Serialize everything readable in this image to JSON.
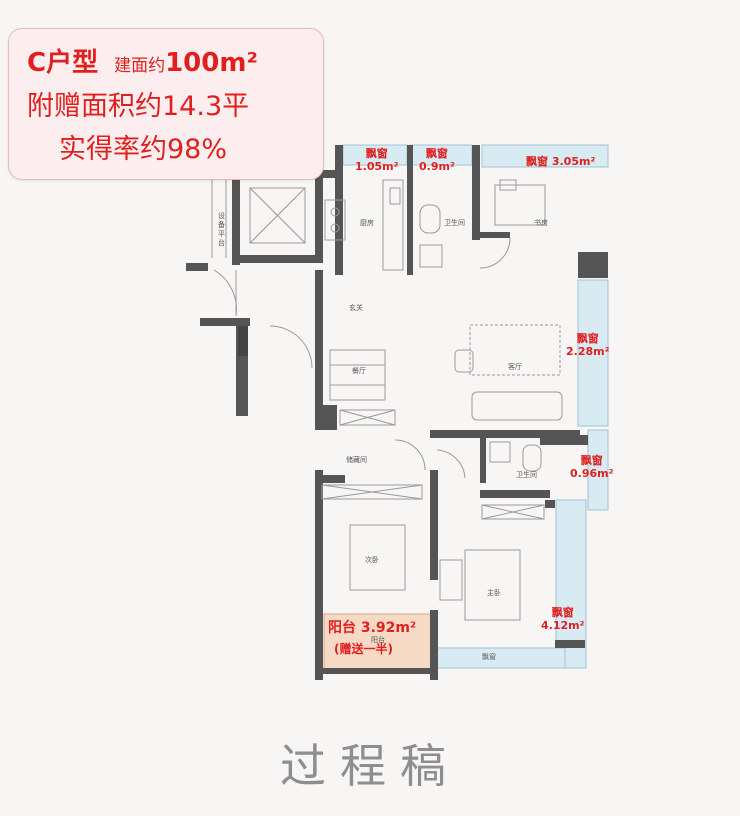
{
  "info": {
    "type": "C户型",
    "area_label": "建面约",
    "area_value": "100m²",
    "bonus": "附赠面积约14.3平",
    "ratio": "实得率约98%"
  },
  "bay_windows": [
    {
      "label": "飘窗",
      "area": "1.05m²"
    },
    {
      "label": "飘窗",
      "area": "0.9m²"
    },
    {
      "label": "飘窗",
      "area": "3.05m²"
    },
    {
      "label": "飘窗",
      "area": "2.28m²"
    },
    {
      "label": "飘窗",
      "area": "0.96m²"
    },
    {
      "label": "飘窗",
      "area": "4.12m²"
    }
  ],
  "balcony": {
    "label": "阳台 3.92m²",
    "note": "(赠送一半)",
    "small_label": "阳台"
  },
  "rooms": {
    "equipment": "设备平台",
    "kitchen": "厨房",
    "bath1": "卫生间",
    "study": "书房",
    "entry": "玄关",
    "dining": "餐厅",
    "living": "客厅",
    "storage": "储藏间",
    "bath2": "卫生间",
    "second_bedroom": "次卧",
    "master_bedroom": "主卧",
    "bay_small": "飘窗"
  },
  "watermark": "过程稿",
  "colors": {
    "accent": "#e01f1f",
    "bay_fill": "#d7eaf2",
    "wall": "#555555",
    "balcony_fill": "#f6d9c6"
  }
}
